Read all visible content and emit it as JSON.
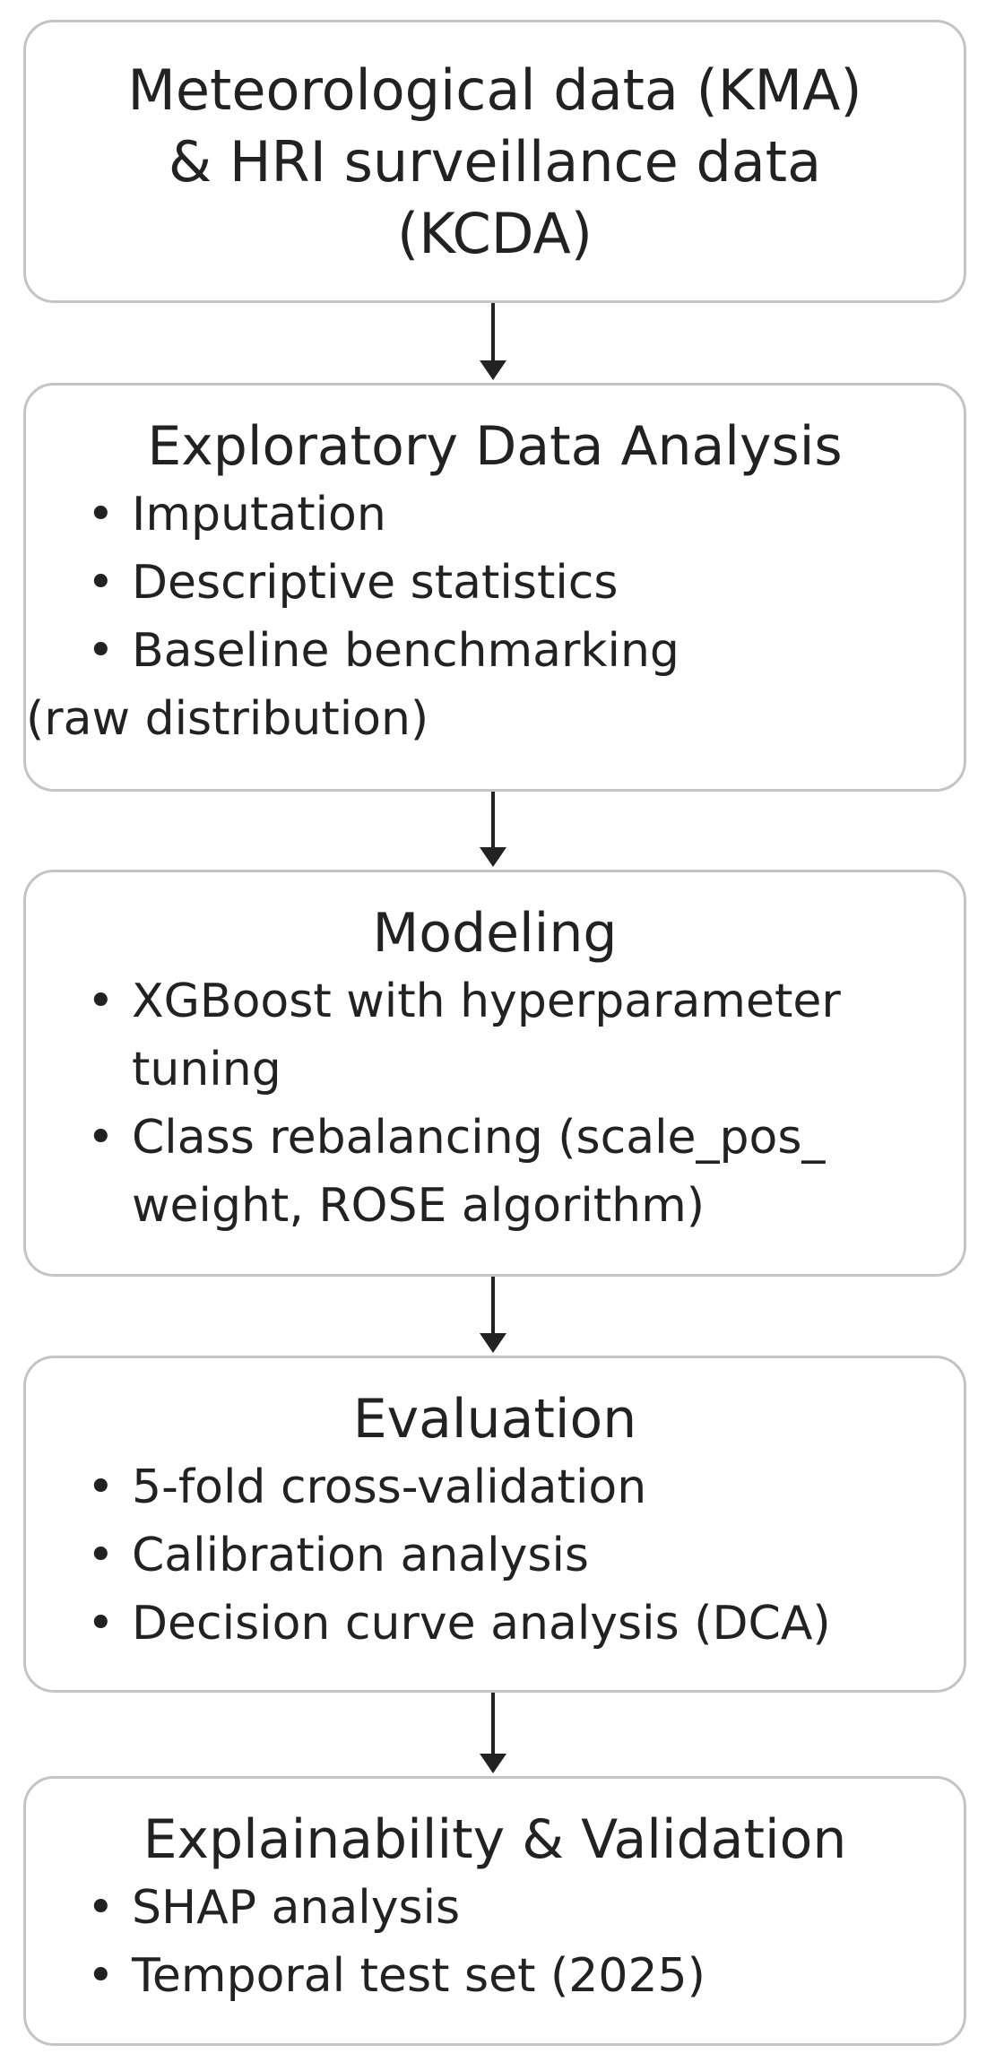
{
  "steps": [
    {
      "title_lines": [
        "Meteorological data (KMA)",
        "& HRI surveillance data",
        "(KCDA)"
      ],
      "bullets": []
    },
    {
      "title": "Exploratory Data Analysis",
      "bullets": [
        [
          "Imputation"
        ],
        [
          "Descriptive statistics"
        ],
        [
          "Baseline benchmarking",
          "(raw distribution)"
        ]
      ]
    },
    {
      "title": "Modeling",
      "bullets": [
        [
          "XGBoost with hyperparameter",
          "tuning"
        ],
        [
          "Class rebalancing (scale_pos_",
          "weight, ROSE algorithm)"
        ]
      ]
    },
    {
      "title": "Evaluation",
      "bullets": [
        [
          "5-fold cross-validation"
        ],
        [
          "Calibration analysis"
        ],
        [
          "Decision curve analysis (DCA)"
        ]
      ]
    },
    {
      "title": "Explainability & Validation",
      "bullets": [
        [
          "SHAP analysis"
        ],
        [
          "Temporal test set (2025)"
        ]
      ]
    }
  ],
  "bullet_symbol": "•",
  "colors": {
    "box_border": "#c4c4c4",
    "text": "#222222",
    "arrow": "#222222"
  }
}
